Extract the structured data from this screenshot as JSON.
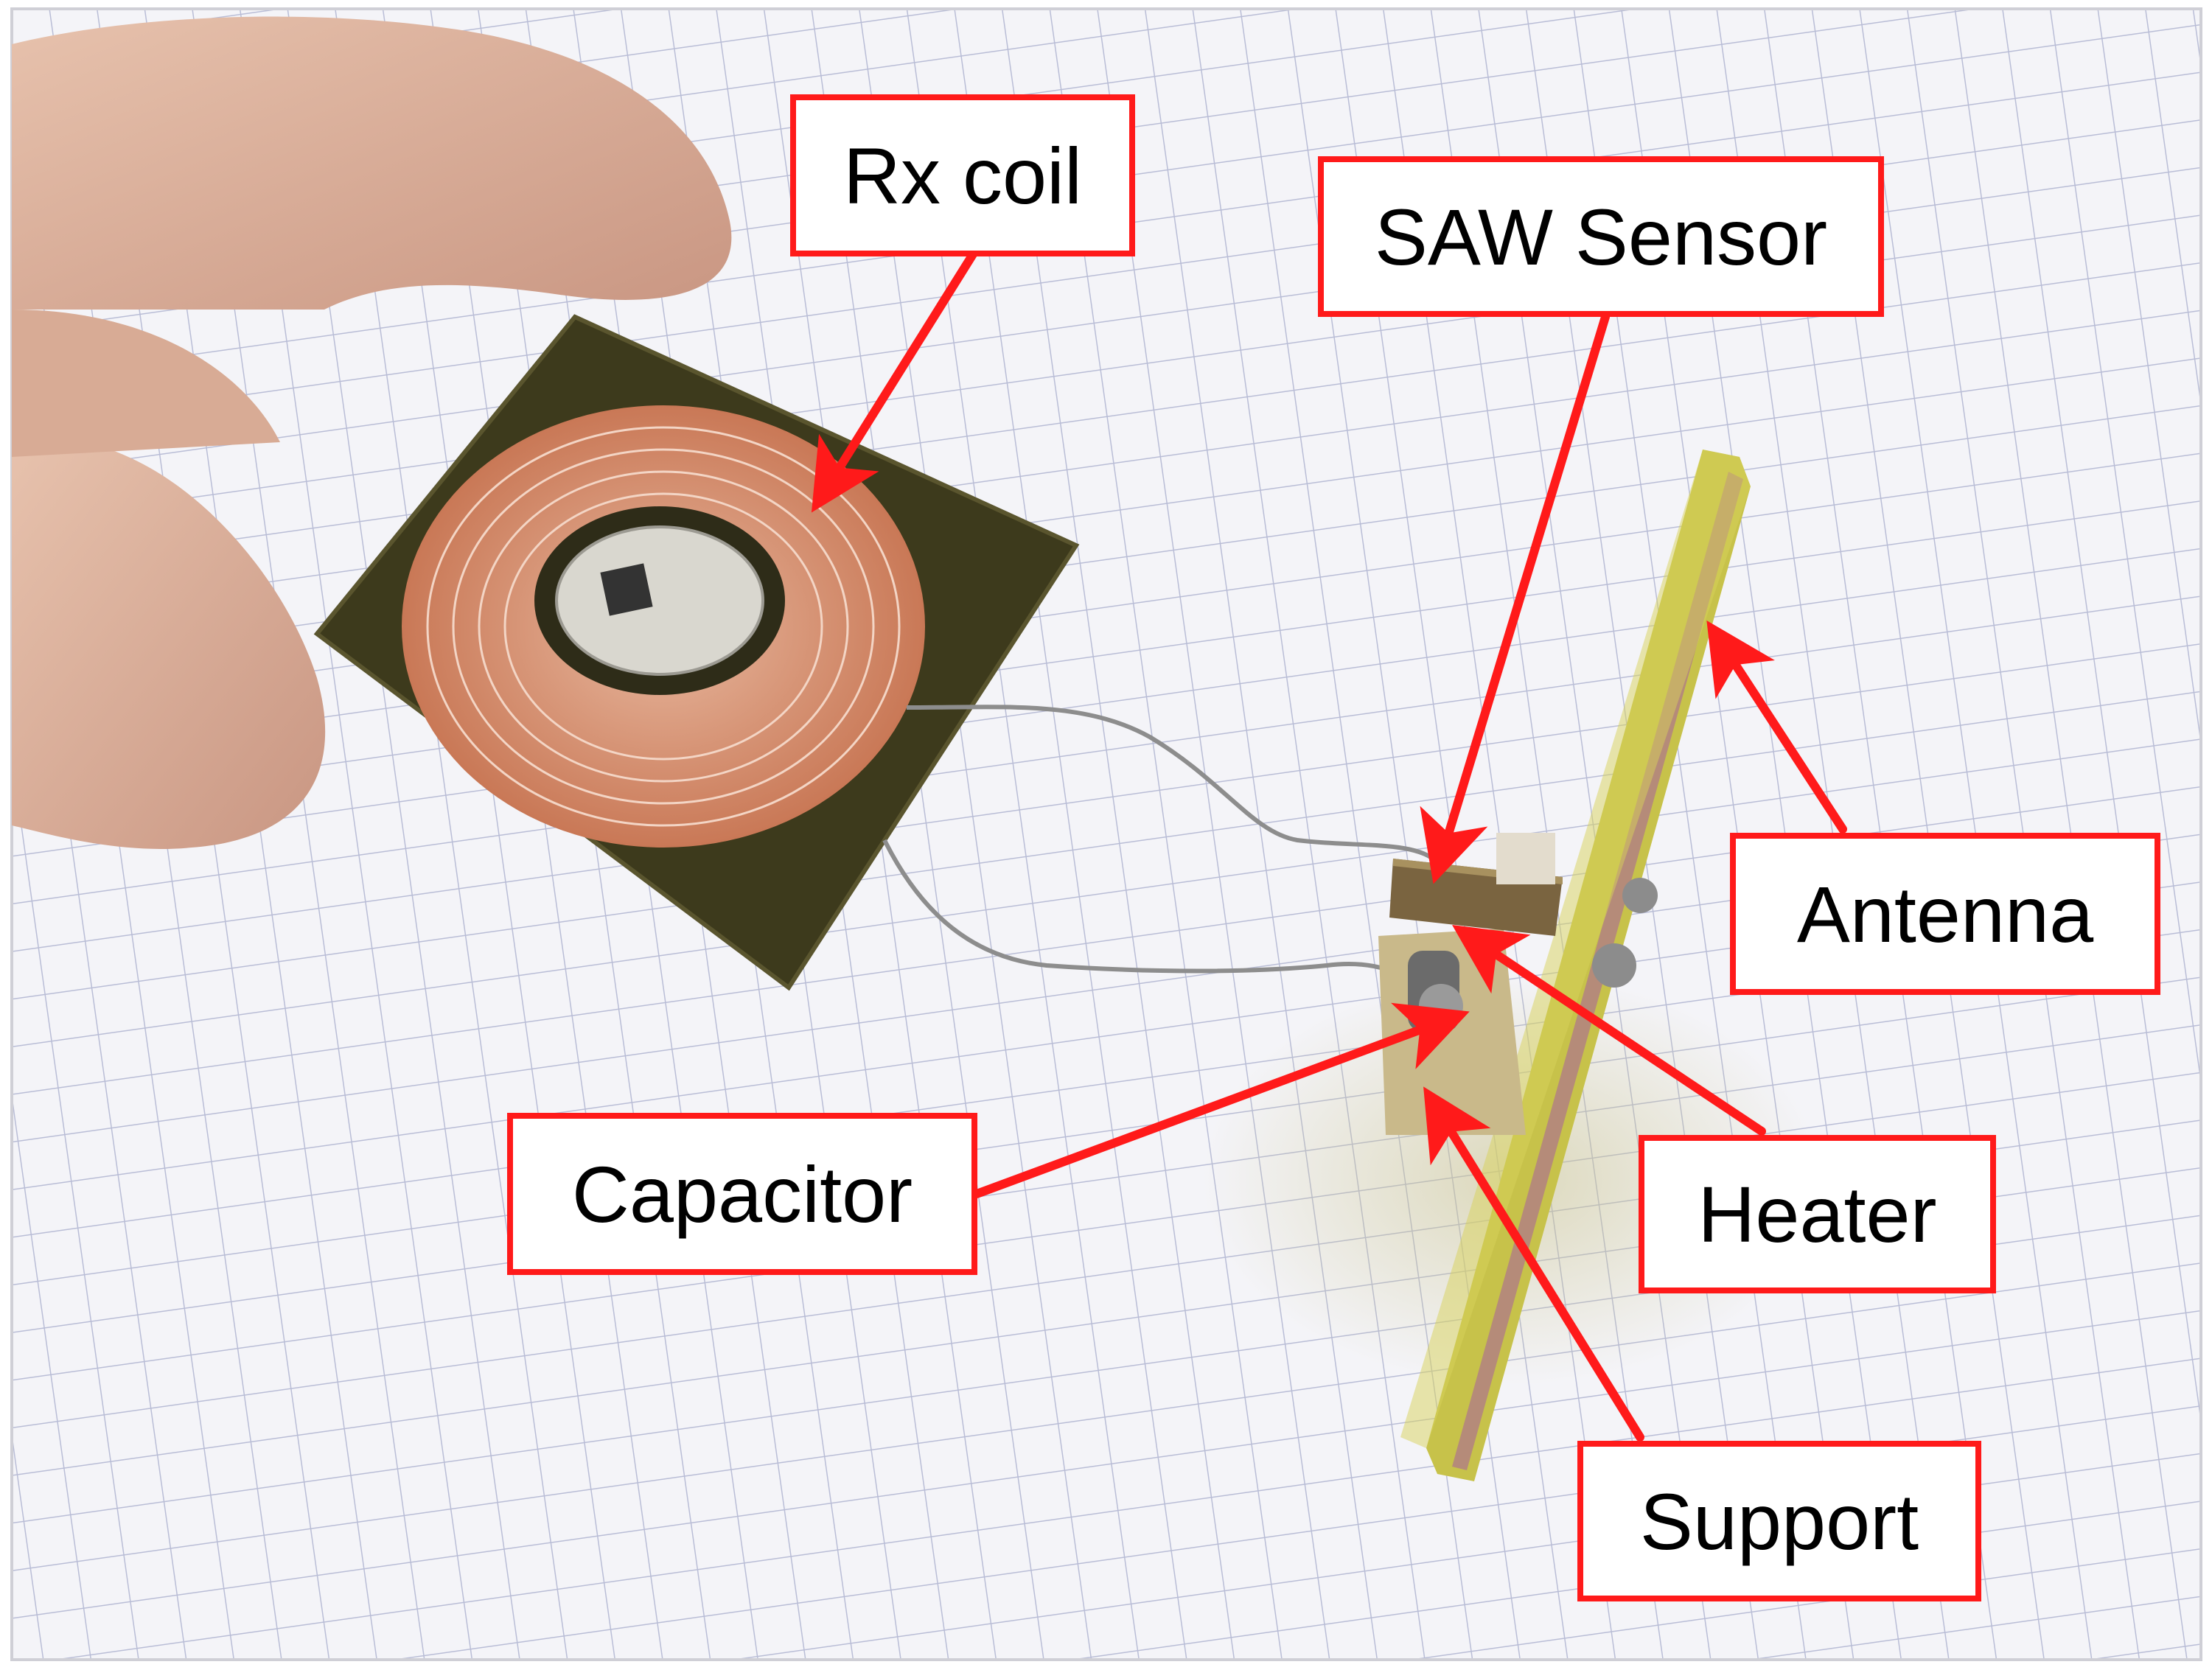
{
  "labels": {
    "rx_coil": "Rx coil",
    "saw_sensor": "SAW Sensor",
    "antenna": "Antenna",
    "capacitor": "Capacitor",
    "heater": "Heater",
    "support": "Support"
  },
  "colors": {
    "label_border": "#ff1a1a",
    "arrow": "#ff1a1a",
    "grid_paper": "#f4f4f8",
    "grid_line": "#b9bdd6",
    "pcb_dark": "#3d3a1c",
    "coil_copper": "#d0896a",
    "antenna_yellow": "#c7c24a"
  },
  "icons": [
    "arrow-rx-coil",
    "arrow-saw-sensor",
    "arrow-antenna",
    "arrow-capacitor",
    "arrow-heater",
    "arrow-support"
  ]
}
